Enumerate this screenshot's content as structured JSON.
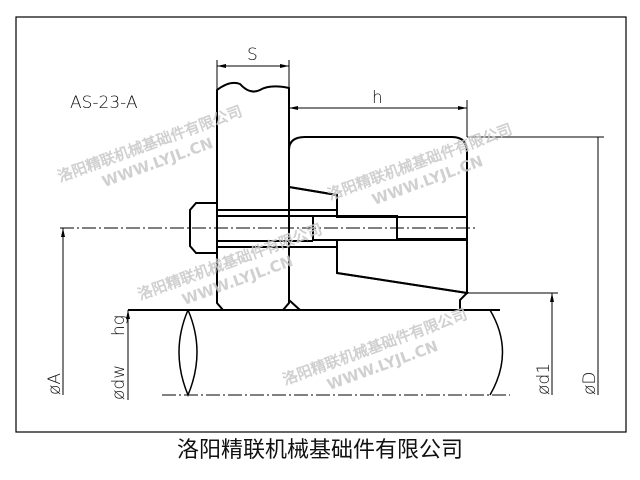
{
  "drawing": {
    "model_code": "AS-23-A",
    "dimensions": {
      "s": "S",
      "h": "h",
      "a": "øA",
      "dw": "ødw",
      "hg": "hg",
      "d1": "ød1",
      "d": "øD"
    },
    "watermark_company": "洛阳精联机械基础件有限公司",
    "watermark_url": "WWW.LYJL.CN"
  },
  "footer": {
    "company_name": "洛阳精联机械基础件有限公司"
  }
}
